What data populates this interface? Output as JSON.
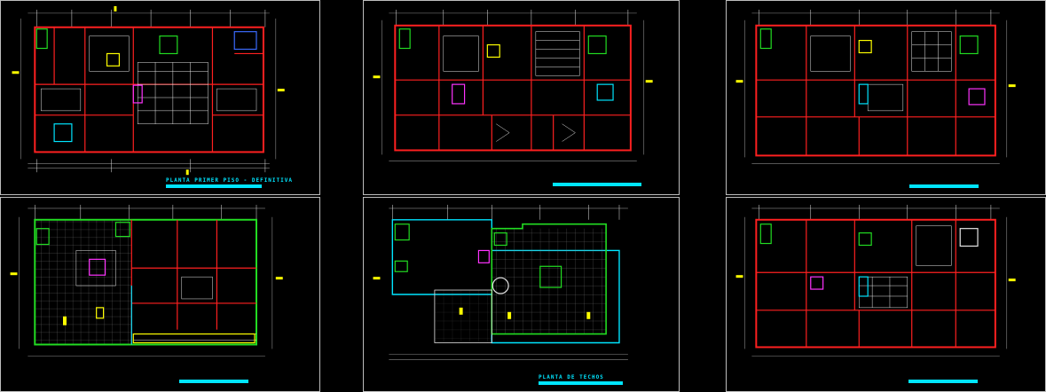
{
  "sheets": [
    {
      "id": "s1",
      "title": "PLANTA PRIMER PISO - DEFINITIVA"
    },
    {
      "id": "s2",
      "title": ""
    },
    {
      "id": "s3",
      "title": ""
    },
    {
      "id": "s4",
      "title": ""
    },
    {
      "id": "s5",
      "title": "PLANTA DE TECHOS"
    },
    {
      "id": "s6",
      "title": ""
    }
  ],
  "colors": {
    "background": "#000000",
    "frame": "#bdbdbd",
    "wall_red": "#ff2020",
    "wall_white": "#e6e6e6",
    "green": "#22dd22",
    "cyan": "#00e5ff",
    "yellow": "#ffff00",
    "magenta": "#ff33ff",
    "blue": "#3b6bff",
    "grey": "#8a8a8a"
  }
}
